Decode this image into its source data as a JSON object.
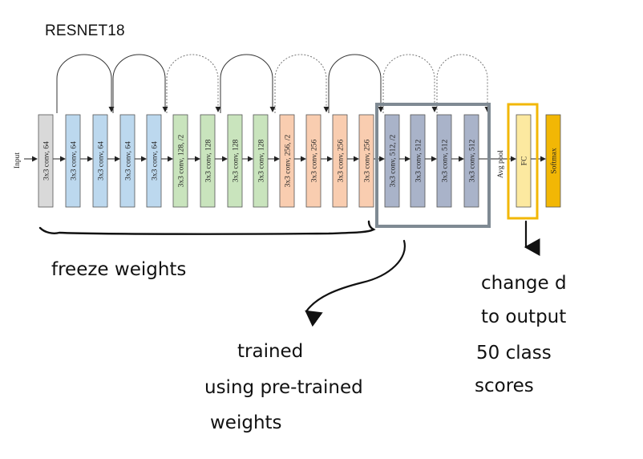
{
  "title": "RESNET18",
  "input_label": "Input",
  "avgpool_label": "Avg pool",
  "colors": {
    "gray": "#d9d9d9",
    "blue": "#bcd8ee",
    "green": "#c9e4bd",
    "orange": "#f9cdb0",
    "slate": "#a9b3c9",
    "fc": "#fce9a0",
    "softmax": "#f2b705",
    "highlight_box": "#7f8a93",
    "fc_box": "#f2b705"
  },
  "layers": [
    {
      "label": "3x3 conv, 64",
      "color": "gray"
    },
    {
      "label": "3x3 conv, 64",
      "color": "blue"
    },
    {
      "label": "3x3 conv, 64",
      "color": "blue"
    },
    {
      "label": "3x3 conv, 64",
      "color": "blue"
    },
    {
      "label": "3x3 conv, 64",
      "color": "blue"
    },
    {
      "label": "3x3 conv, 128, /2",
      "color": "green"
    },
    {
      "label": "3x3 conv, 128",
      "color": "green"
    },
    {
      "label": "3x3 conv, 128",
      "color": "green"
    },
    {
      "label": "3x3 conv, 128",
      "color": "green"
    },
    {
      "label": "3x3 conv, 256, /2",
      "color": "orange"
    },
    {
      "label": "3x3 conv, 256",
      "color": "orange"
    },
    {
      "label": "3x3 conv, 256",
      "color": "orange"
    },
    {
      "label": "3x3 conv, 256",
      "color": "orange"
    },
    {
      "label": "3x3 conv, 512, /2",
      "color": "slate"
    },
    {
      "label": "3x3 conv, 512",
      "color": "slate"
    },
    {
      "label": "3x3 conv, 512",
      "color": "slate"
    },
    {
      "label": "3x3 conv, 512",
      "color": "slate"
    },
    {
      "label": "FC",
      "color": "fc"
    },
    {
      "label": "Softmax",
      "color": "softmax"
    }
  ],
  "annotations": {
    "freeze": "freeze weights",
    "trained": [
      "trained",
      "using pre-trained",
      "weights"
    ],
    "changed": [
      "change d",
      "to output",
      "50 class",
      "scores"
    ]
  }
}
